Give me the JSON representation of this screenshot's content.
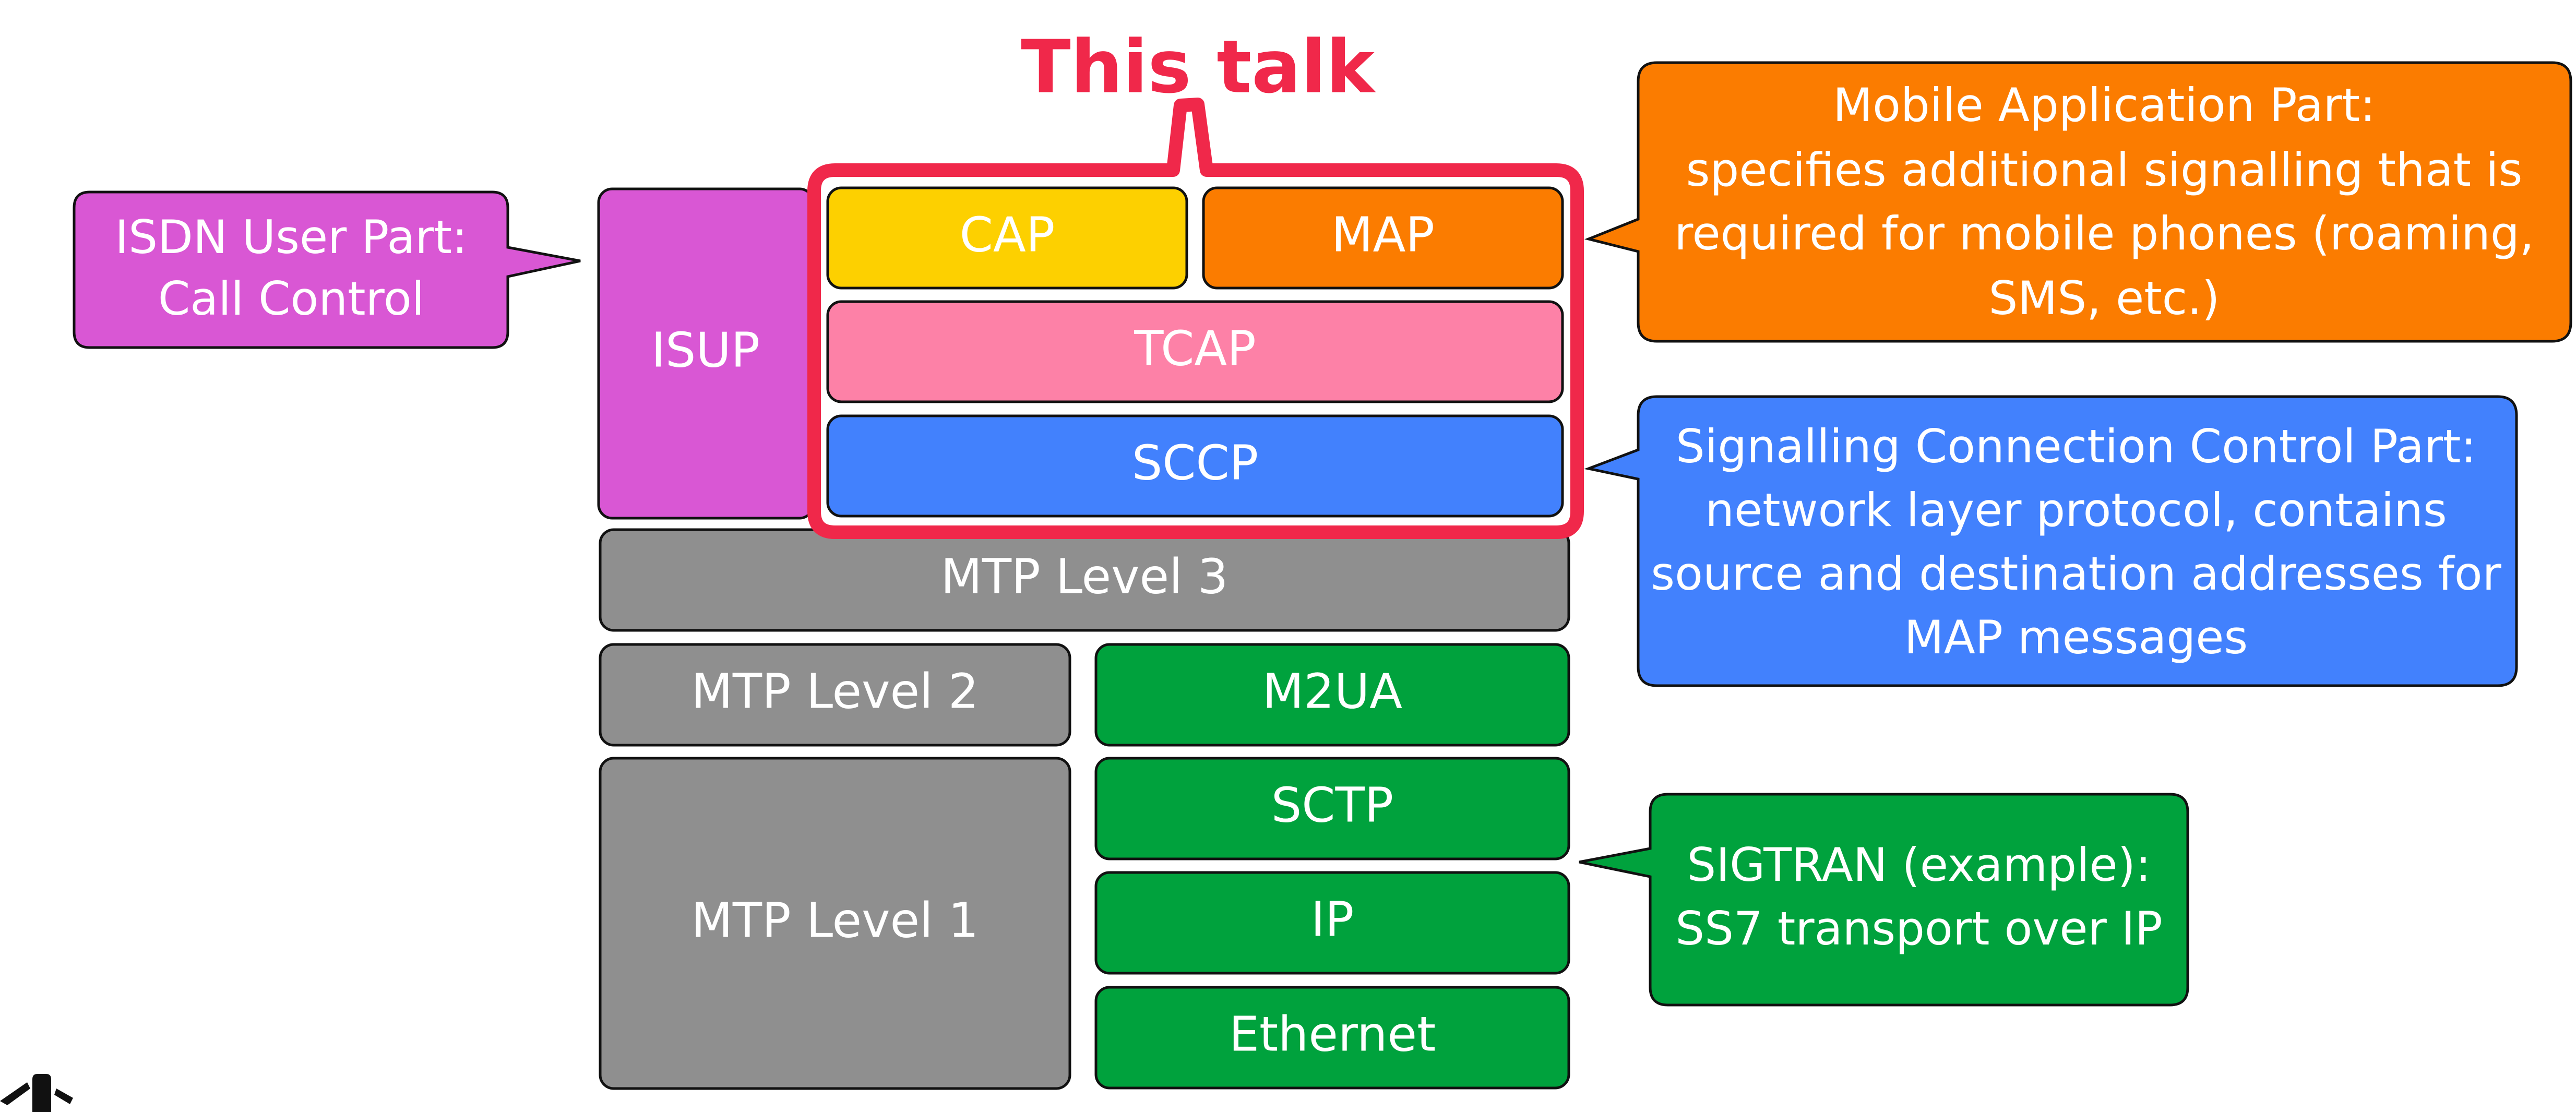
{
  "title": "This talk",
  "colors": {
    "highlight": "#f0284a",
    "isup": "#d957d4",
    "cap": "#fdd000",
    "map": "#fb7c00",
    "tcap": "#fd81a7",
    "sccp": "#4281fd",
    "mtp": "#8f8f8f",
    "sigtran": "#00a23d",
    "stroke": "#111111"
  },
  "stack": {
    "isup": "ISUP",
    "cap": "CAP",
    "map": "MAP",
    "tcap": "TCAP",
    "sccp": "SCCP",
    "mtp3": "MTP Level 3",
    "mtp2": "MTP Level 2",
    "mtp1": "MTP Level 1",
    "m2ua": "M2UA",
    "sctp": "SCTP",
    "ip": "IP",
    "ethernet": "Ethernet"
  },
  "callouts": {
    "isup": [
      "ISDN User Part:",
      "Call Control"
    ],
    "map": [
      "Mobile Application Part:",
      "specifies additional signalling that is",
      "required for mobile phones (roaming,",
      "SMS, etc.)"
    ],
    "sccp": [
      "Signalling Connection Control Part:",
      "network layer protocol, contains",
      "source and destination addresses for",
      "MAP messages"
    ],
    "sigtran": [
      "SIGTRAN (example):",
      "SS7 transport over IP"
    ]
  },
  "logo_icon": "logo-icon"
}
